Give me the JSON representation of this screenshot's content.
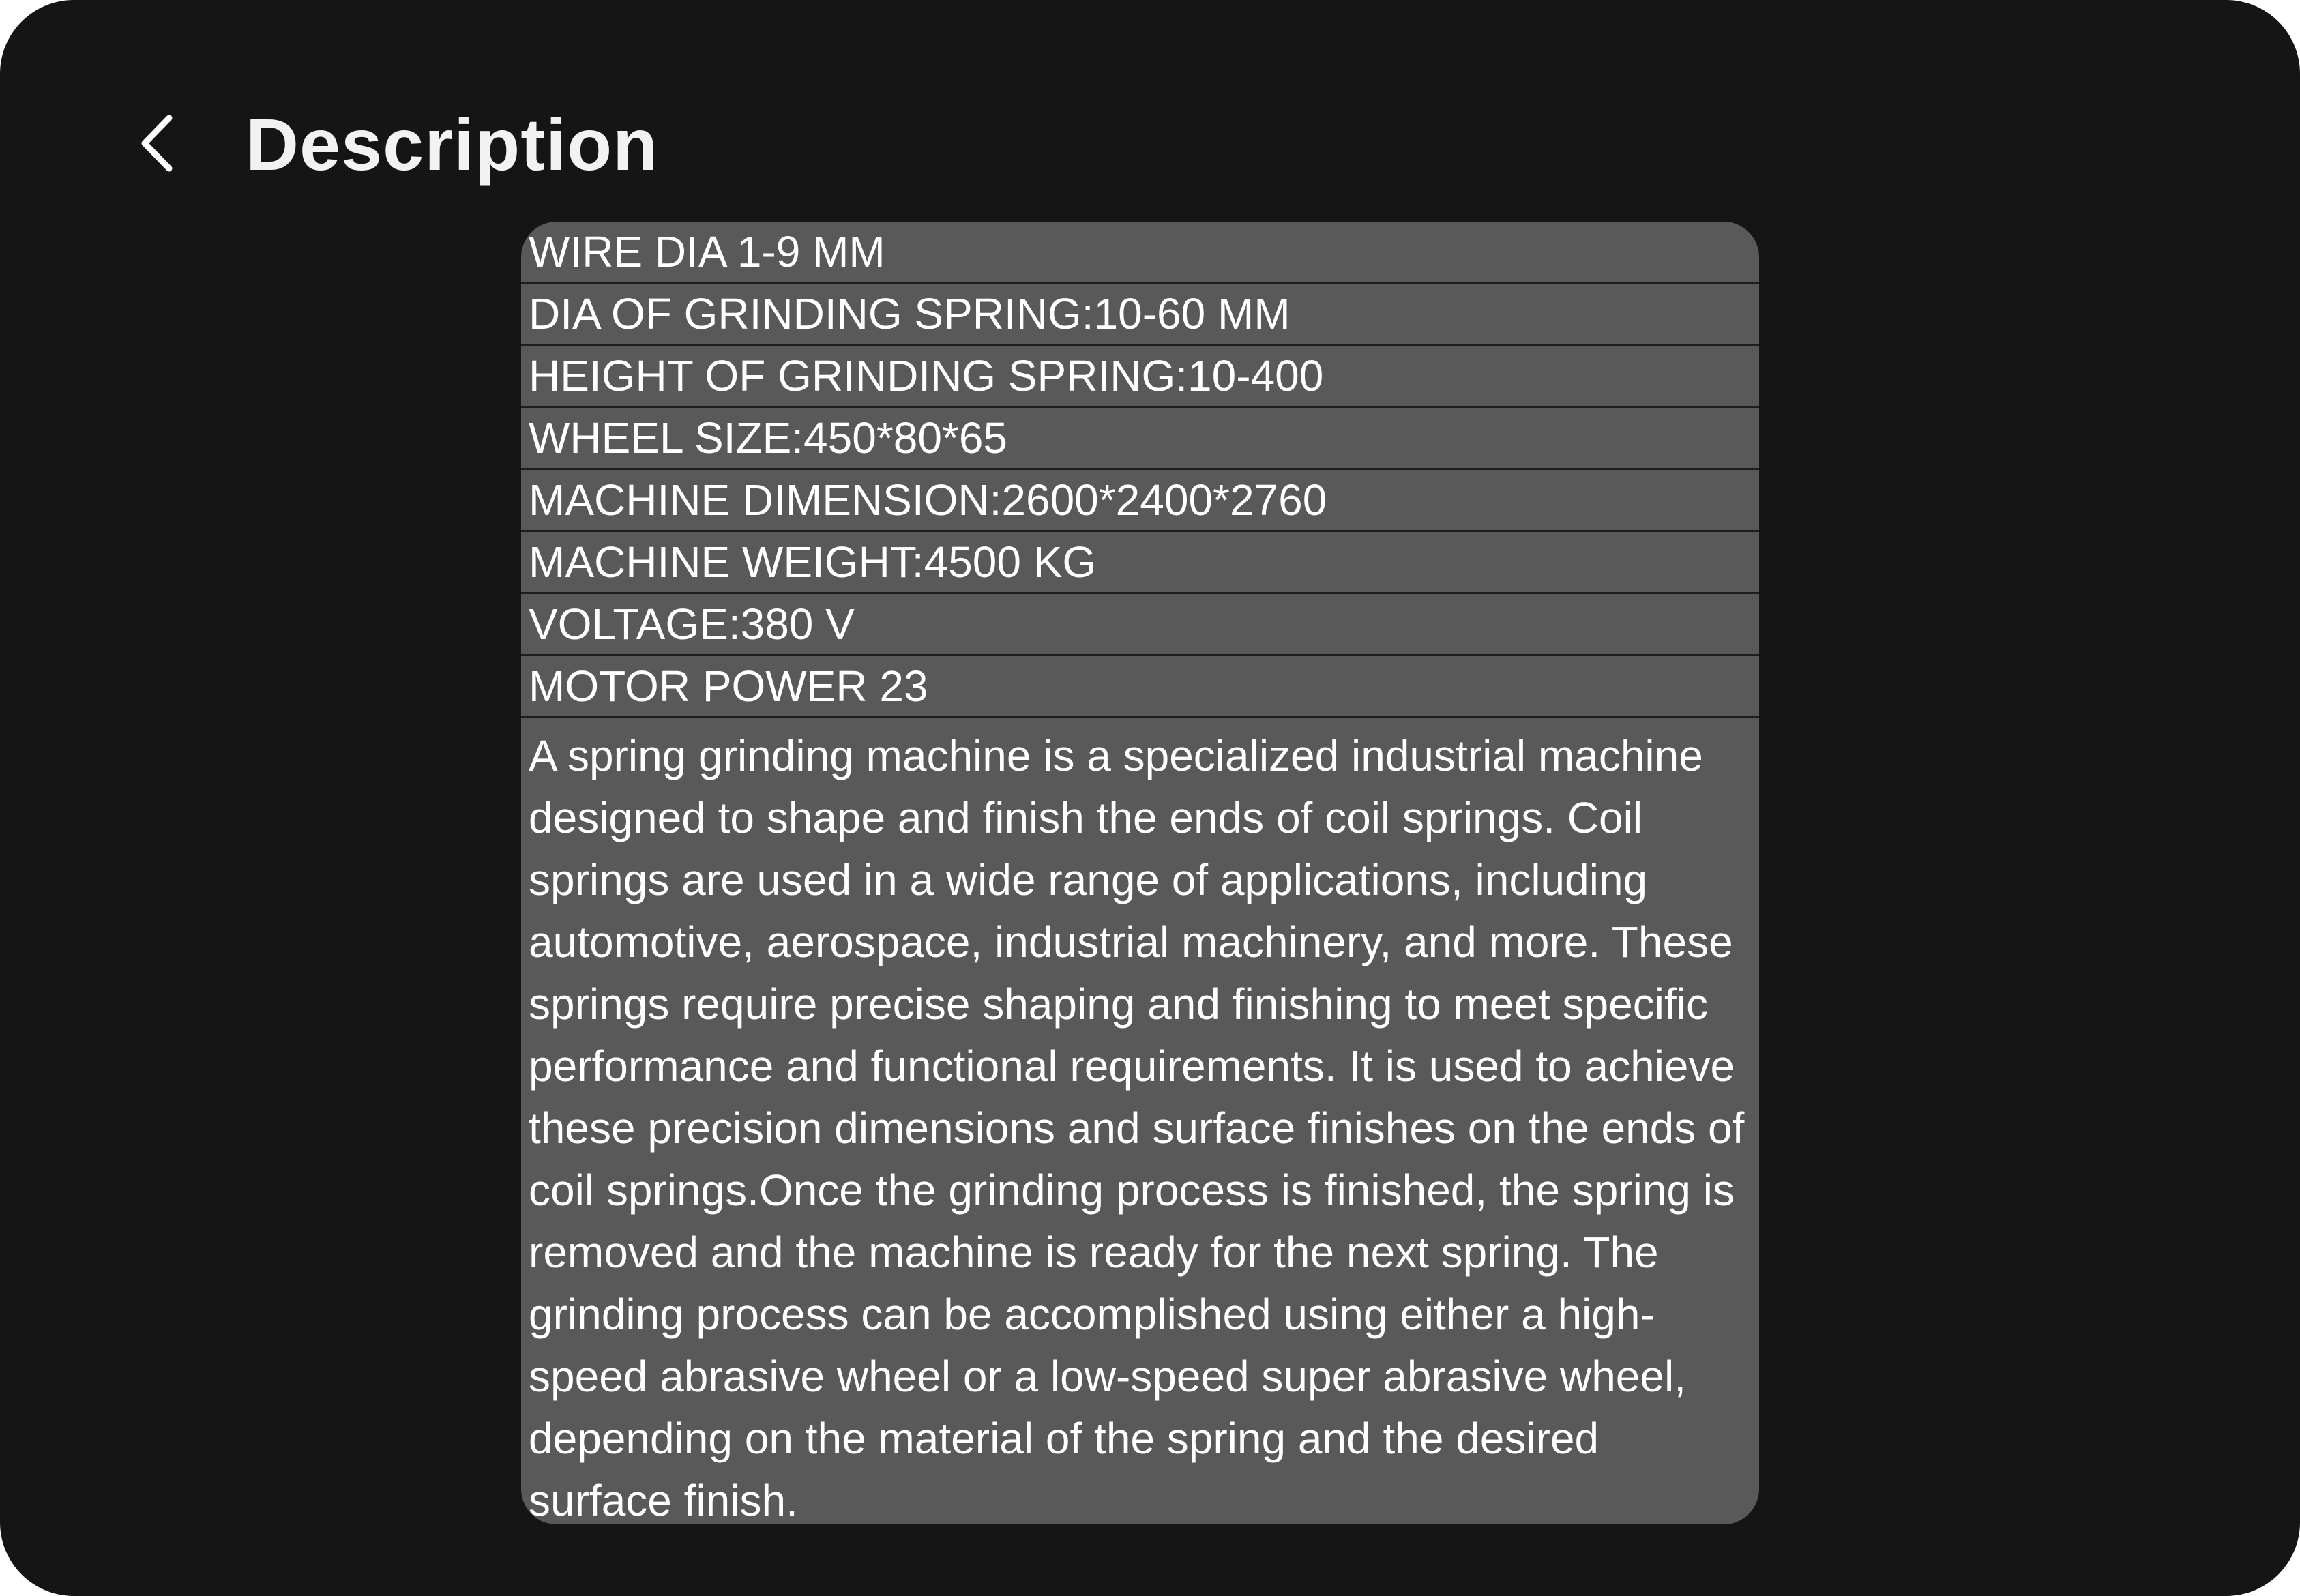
{
  "header": {
    "title": "Description",
    "back_icon": "chevron-left-icon"
  },
  "specs": [
    "WIRE DIA 1-9 MM",
    "DIA OF GRINDING SPRING:10-60 MM",
    "HEIGHT OF GRINDING SPRING:10-400",
    "WHEEL SIZE:450*80*65",
    "MACHINE DIMENSION:2600*2400*2760",
    "MACHINE WEIGHT:4500 KG",
    "VOLTAGE:380 V",
    "MOTOR POWER 23"
  ],
  "description": "A spring grinding machine is a specialized industrial machine designed to shape and finish the ends of coil springs. Coil springs are used in a wide range of applications, including automotive, aerospace, industrial machinery, and more. These springs require precise shaping and finishing to meet specific performance and functional requirements. It is used to achieve these precision dimensions and surface finishes on the ends of coil springs.Once the grinding process is finished, the spring is removed and the machine is ready for the next spring. The grinding process can be accomplished using either a high-speed abrasive wheel or a low-speed super abrasive wheel, depending on the material of the spring and the desired surface finish.",
  "colors": {
    "background": "#151515",
    "card": "#595959",
    "text": "#ffffff",
    "row_divider": "#1e1e1e"
  }
}
